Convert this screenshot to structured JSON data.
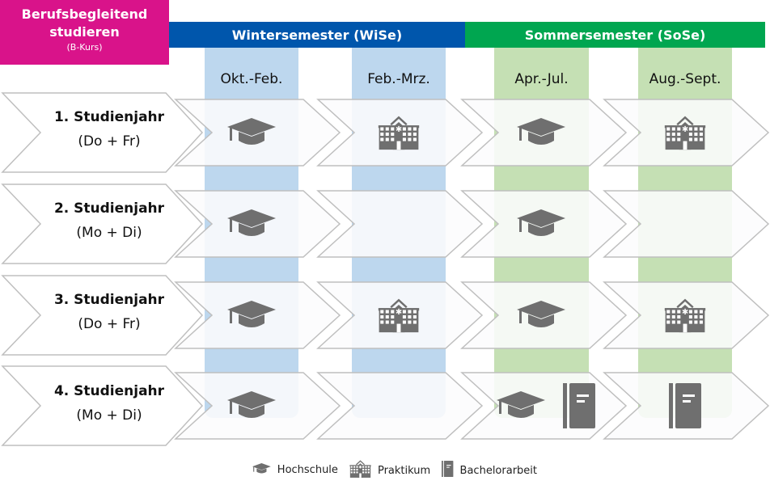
{
  "title": {
    "line1": "Berufsbegleitend",
    "line2": "studieren",
    "subtitle": "(B-Kurs)"
  },
  "semesters": [
    {
      "label": "Wintersemester (WiSe)",
      "color": "#0056ac"
    },
    {
      "label": "Sommersemester (SoSe)",
      "color": "#00a650"
    }
  ],
  "periods": [
    {
      "label": "Okt.-Feb.",
      "semester": "WiSe",
      "color": "#bdd7ee"
    },
    {
      "label": "Feb.-Mrz.",
      "semester": "WiSe",
      "color": "#bdd7ee"
    },
    {
      "label": "Apr.-Jul.",
      "semester": "SoSe",
      "color": "#c5e0b4"
    },
    {
      "label": "Aug.-Sept.",
      "semester": "SoSe",
      "color": "#c5e0b4"
    }
  ],
  "rows": [
    {
      "year": "1. Studienjahr",
      "days": "(Do + Fr)",
      "cells": [
        [
          "graduation-cap"
        ],
        [
          "school-building"
        ],
        [
          "graduation-cap"
        ],
        [
          "school-building"
        ]
      ]
    },
    {
      "year": "2. Studienjahr",
      "days": "(Mo + Di)",
      "cells": [
        [
          "graduation-cap"
        ],
        [],
        [
          "graduation-cap"
        ],
        []
      ]
    },
    {
      "year": "3. Studienjahr",
      "days": "(Do + Fr)",
      "cells": [
        [
          "graduation-cap"
        ],
        [
          "school-building"
        ],
        [
          "graduation-cap"
        ],
        [
          "school-building"
        ]
      ]
    },
    {
      "year": "4. Studienjahr",
      "days": "(Mo + Di)",
      "cells": [
        [
          "graduation-cap"
        ],
        [],
        [
          "graduation-cap",
          "thesis-book"
        ],
        [
          "thesis-book"
        ]
      ]
    }
  ],
  "legend": [
    {
      "icon": "graduation-cap",
      "label": "Hochschule"
    },
    {
      "icon": "school-building",
      "label": "Praktikum"
    },
    {
      "icon": "thesis-book",
      "label": "Bachelorarbeit"
    }
  ],
  "colors": {
    "brand_pink": "#d9138a",
    "icon_gray": "#6f6f6f",
    "chevron_stroke": "#bfbfbf"
  }
}
